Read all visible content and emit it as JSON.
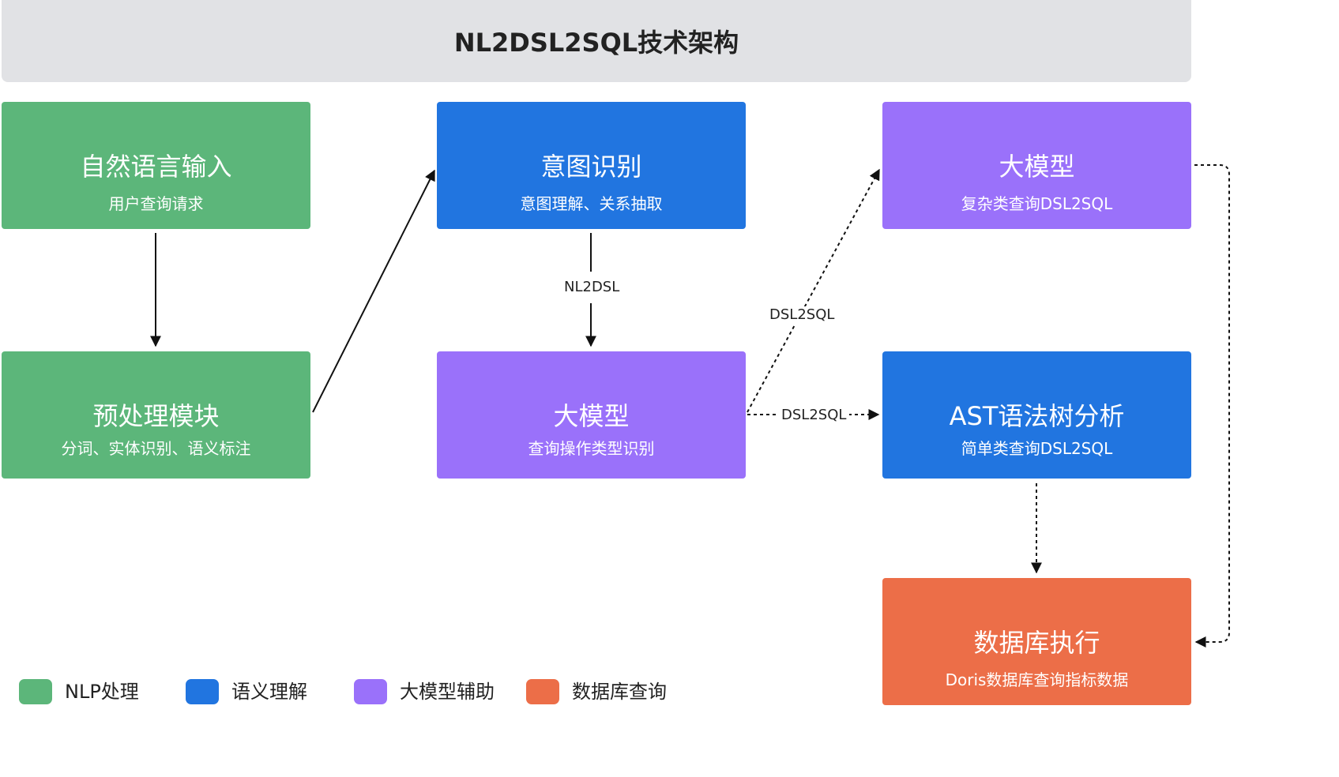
{
  "header": {
    "title": "NL2DSL2SQL技术架构"
  },
  "nodes": {
    "nl_input": {
      "title": "自然语言输入",
      "subtitle": "用户查询请求"
    },
    "preprocess": {
      "title": "预处理模块",
      "subtitle": "分词、实体识别、语义标注"
    },
    "intent": {
      "title": "意图识别",
      "subtitle": "意图理解、关系抽取"
    },
    "llm_classify": {
      "title": "大模型",
      "subtitle": "查询操作类型识别"
    },
    "llm_complex": {
      "title": "大模型",
      "subtitle": "复杂类查询DSL2SQL"
    },
    "ast": {
      "title": "AST语法树分析",
      "subtitle": "简单类查询DSL2SQL"
    },
    "db_exec": {
      "title": "数据库执行",
      "subtitle": "Doris数据库查询指标数据"
    }
  },
  "edges": {
    "intent_to_llm": "NL2DSL",
    "llm_to_complex": "DSL2SQL",
    "llm_to_ast": "DSL2SQL"
  },
  "legend": [
    {
      "label": "NLP处理",
      "color": "#5cb67a"
    },
    {
      "label": "语义理解",
      "color": "#2175e0"
    },
    {
      "label": "大模型辅助",
      "color": "#9a71fa"
    },
    {
      "label": "数据库查询",
      "color": "#ec6e48"
    }
  ]
}
